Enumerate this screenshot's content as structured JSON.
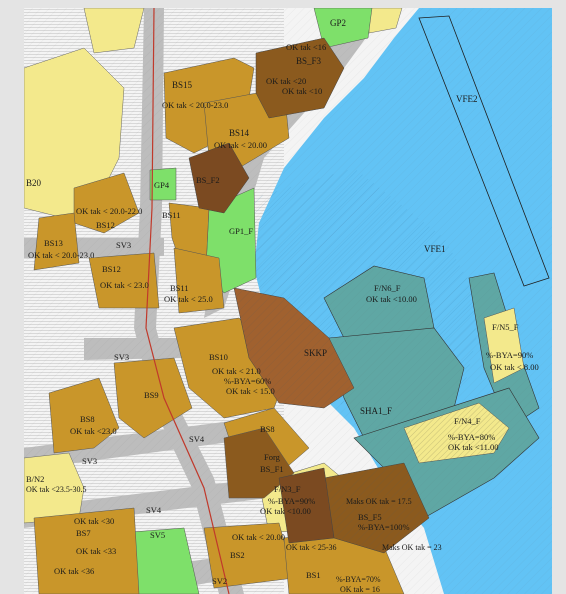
{
  "zones": {
    "gp2": "GP2",
    "ok_tak_16": "OK tak <16",
    "bs_f3": "BS_F3",
    "ok_tak_20": "OK tak <20",
    "ok_tak_10": "OK tak <10",
    "vfe2": "VFE2",
    "bs15": "BS15",
    "ok_tak_20_23": "OK tak < 20.0-23.0",
    "bs14": "BS14",
    "ok_tak_20_00": "OK tak < 20.00",
    "bs_f2": "BS_F2",
    "b20": "B20",
    "gp4": "GP4",
    "ok_tak_20_22": "OK tak < 20.0-22.0",
    "bs11": "BS11",
    "bs13": "BS13",
    "bs12": "BS12",
    "ok_tak_20_23b": "OK tak < 20.0-23.0",
    "sv3a": "SV3",
    "bs12b": "BS12",
    "ok_tak_23": "OK tak < 23.0",
    "bs11b": "BS11",
    "ok_tak_25": "OK tak < 25.0",
    "gp1_f": "GP1_F",
    "vfe1": "VFE1",
    "f_n6_f": "F/N6_F",
    "ok_tak_10_00": "OK tak <10.00",
    "f_n5_f": "F/N5_F",
    "bya90": "%-BYA=90%",
    "ok_tak_8": "OK tak < 8.00",
    "sv3b": "SV3",
    "bs10": "BS10",
    "ok_tak_21": "OK tak < 21.0",
    "bya60": "%-BYA=60%",
    "ok_tak_15": "OK tak < 15.0",
    "skkp": "SKKP",
    "bs9": "BS9",
    "bs8": "BS8",
    "ok_tak_23b": "OK tak <23.0",
    "bs8b": "BS8",
    "sha1_f": "SHA1_F",
    "f_n4_f": "F/N4_F",
    "bya80": "%-BYA=80%",
    "ok_tak_11": "OK tak <11.00",
    "sv4a": "SV4",
    "sv3c": "SV3",
    "forg": "Forg",
    "bs_f1": "BS_F1",
    "b_n2": "B/N2",
    "ok_tak_23_30": "OK tak <23.5-30.5",
    "f_n3_f": "F/N3_F",
    "bya90b": "%-BYA=90%",
    "ok_tak_10b": "OK tak <10.00",
    "maks_17": "Maks OK tak = 17.5",
    "bs_f5": "BS_F5",
    "bya100": "%-BYA=100%",
    "sv4b": "SV4",
    "ok_tak_30": "OK tak <30",
    "bs7": "BS7",
    "sv5": "SV5",
    "ok_tak_20b": "OK tak < 20.00",
    "bs2": "BS2",
    "ok_tak_25_36": "OK tak < 25-36",
    "maks_23": "Maks OK tak = 23",
    "ok_tak_33": "OK tak <33",
    "ok_tak_36": "OK tak <36",
    "sv2": "SV2",
    "bs1": "BS1",
    "bya70": "%-BYA=70%",
    "ok_tak_16b": "OK tak = 16"
  },
  "colors": {
    "sea": "#62c3f5",
    "sea_dark": "#4fb0e6",
    "residential": "#c9962a",
    "residential_dark": "#8b5a1e",
    "brown": "#7b4a21",
    "green": "#7ee06a",
    "yellow": "#f3e98c",
    "road": "#b9b9b9",
    "teal": "#5fa7a4",
    "quay": "#a98345"
  }
}
